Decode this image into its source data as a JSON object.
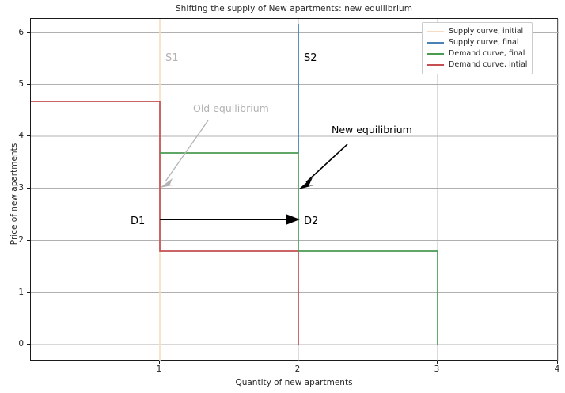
{
  "chart_data": {
    "type": "line",
    "title": "Shifting the supply of New apartments: new equilibrium",
    "xlabel": "Quantity of new apartments",
    "ylabel": "Price of new apartments",
    "xlim": [
      0.25,
      4.05
    ],
    "ylim": [
      -0.35,
      6.3
    ],
    "xticks": [
      "1",
      "2",
      "3",
      "4"
    ],
    "xtick_values": [
      1,
      2,
      3,
      4
    ],
    "yticks": [
      "0",
      "1",
      "2",
      "3",
      "4",
      "5",
      "6"
    ],
    "ytick_values": [
      0,
      1,
      2,
      3,
      4,
      5,
      6
    ],
    "grid": true,
    "legend_position": "upper right",
    "series": [
      {
        "name": "Supply curve, initial",
        "color": "#f7dcc1",
        "type": "step-vertical",
        "points": [
          [
            1,
            6.3
          ],
          [
            1,
            -0.35
          ]
        ]
      },
      {
        "name": "Supply curve, final",
        "color": "#4c82b3",
        "type": "step-vertical",
        "points": [
          [
            2,
            6.2
          ],
          [
            2,
            3.7
          ]
        ]
      },
      {
        "name": "Demand curve, final",
        "color": "#4a9a52",
        "type": "step",
        "points": [
          [
            1,
            3.7
          ],
          [
            2,
            3.7
          ],
          [
            2,
            1.8
          ],
          [
            3,
            1.8
          ],
          [
            3,
            0
          ]
        ]
      },
      {
        "name": "Demand curve, intial",
        "color": "#c44e52",
        "type": "step",
        "points": [
          [
            0.25,
            4.7
          ],
          [
            1,
            4.7
          ],
          [
            1,
            1.8
          ],
          [
            2,
            1.8
          ],
          [
            2,
            0
          ]
        ]
      }
    ],
    "annotations": [
      {
        "text": "S1",
        "x": 1.04,
        "y": 5.73,
        "color": "#b3b3b3"
      },
      {
        "text": "S2",
        "x": 2.05,
        "y": 5.73,
        "color": "#000000"
      },
      {
        "text": "D1",
        "x": 0.87,
        "y": 2.68,
        "color": "#000000"
      },
      {
        "text": "D2",
        "x": 2.05,
        "y": 2.68,
        "color": "#000000"
      },
      {
        "text": "Old equilibrium",
        "x": 1.27,
        "y": 4.55,
        "color": "#b3b3b3",
        "arrow_to": [
          1.0,
          4.0
        ]
      },
      {
        "text": "New equilibrium",
        "x": 2.38,
        "y": 4.12,
        "color": "#000000",
        "arrow_to": [
          2.0,
          3.02
        ]
      },
      {
        "text": "",
        "x": 1.0,
        "y": 2.4,
        "color": "#000000",
        "arrow_from": [
          1.0,
          2.4
        ],
        "arrow_to": [
          2.0,
          2.4
        ]
      }
    ]
  },
  "chart": {
    "title": "Shifting the supply of New apartments: new equilibrium",
    "xlabel": "Quantity of new apartments",
    "ylabel": "Price of new apartments",
    "xticks": [
      "1",
      "2",
      "3",
      "4"
    ],
    "yticks": [
      "0",
      "1",
      "2",
      "3",
      "4",
      "5",
      "6"
    ]
  },
  "legend": {
    "items": [
      {
        "label": "Supply curve, initial",
        "color": "#f7dcc1"
      },
      {
        "label": "Supply curve, final",
        "color": "#4c82b3"
      },
      {
        "label": "Demand curve, final",
        "color": "#4a9a52"
      },
      {
        "label": "Demand curve, intial",
        "color": "#c44e52"
      }
    ]
  },
  "labels": {
    "s1": "S1",
    "s2": "S2",
    "d1": "D1",
    "d2": "D2",
    "old_equilibrium": "Old equilibrium",
    "new_equilibrium": "New equilibrium"
  },
  "colors": {
    "supply_initial": "#f7dcc1",
    "supply_final": "#4c82b3",
    "demand_final": "#4a9a52",
    "demand_initial": "#c44e52",
    "gray_annotation": "#b3b3b3",
    "black_annotation": "#000000",
    "grid": "#b0b0b0",
    "axes": "#1a1a1a"
  }
}
